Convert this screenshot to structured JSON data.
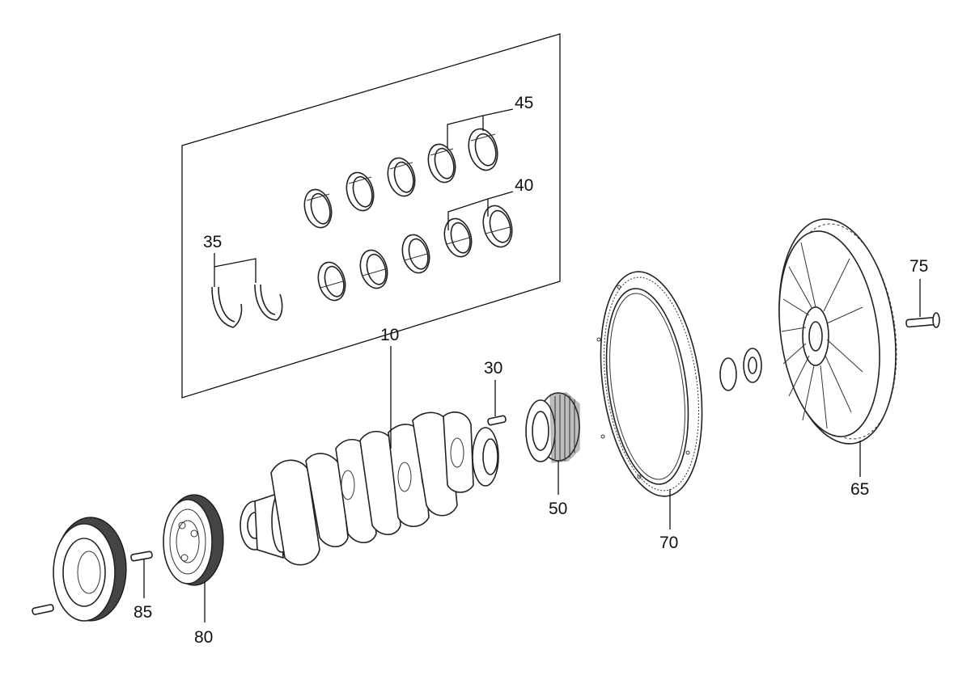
{
  "callouts": {
    "c10": "10",
    "c30": "30",
    "c35": "35",
    "c40": "40",
    "c45": "45",
    "c50": "50",
    "c65": "65",
    "c70": "70",
    "c75": "75",
    "c80": "80",
    "c85": "85"
  }
}
